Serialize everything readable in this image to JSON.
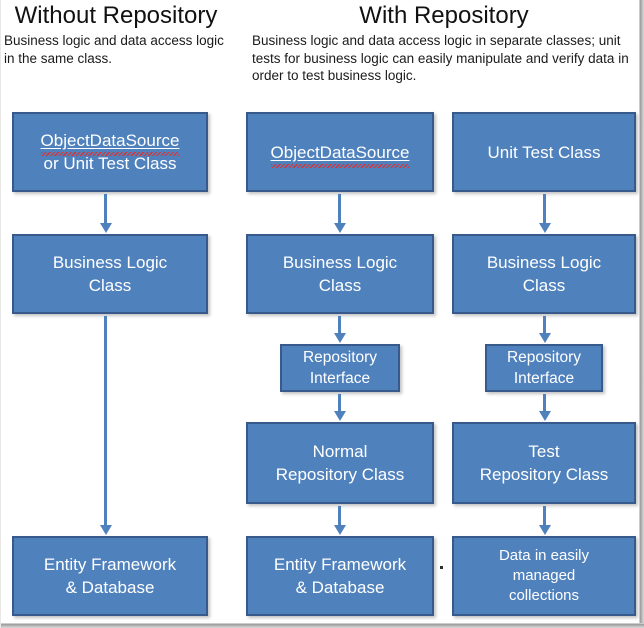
{
  "diagram": {
    "title_left": "Without Repository",
    "title_right": "With Repository",
    "subtitle_left": "Business logic and data access logic in the same class.",
    "subtitle_right": "Business logic and data access logic in separate classes; unit tests for business logic can easily manipulate and verify data in order to test business logic.",
    "colors": {
      "box_fill": "#4F81BD",
      "box_border": "#38598B",
      "box_text": "#FFFFFF",
      "arrow": "#4F81BD",
      "background": "#FFFFFF",
      "frame": "#9A9A9A",
      "spellcheck_underline": "#E03030"
    },
    "columns": [
      {
        "id": "without-repository",
        "group": "left",
        "nodes": [
          {
            "id": "objectdatasource-or-unit-test-class",
            "line1": "ObjectDataSource",
            "line2": "or Unit Test Class",
            "misspelled": true
          },
          {
            "id": "business-logic-class",
            "line1": "Business Logic",
            "line2": "Class",
            "misspelled": false
          },
          {
            "id": "entity-framework-and-database",
            "line1": "Entity Framework",
            "line2": "& Database",
            "misspelled": false
          }
        ]
      },
      {
        "id": "with-repository-normal",
        "group": "right",
        "nodes": [
          {
            "id": "objectdatasource",
            "line1": "ObjectDataSource",
            "line2": "",
            "misspelled": true
          },
          {
            "id": "business-logic-class",
            "line1": "Business Logic",
            "line2": "Class",
            "misspelled": false
          },
          {
            "id": "repository-interface",
            "line1": "Repository",
            "line2": "Interface",
            "misspelled": false
          },
          {
            "id": "normal-repository-class",
            "line1": "Normal",
            "line2": "Repository Class",
            "misspelled": false
          },
          {
            "id": "entity-framework-and-database",
            "line1": "Entity Framework",
            "line2": "& Database",
            "misspelled": false
          }
        ]
      },
      {
        "id": "with-repository-test",
        "group": "right",
        "nodes": [
          {
            "id": "unit-test-class",
            "line1": "Unit Test Class",
            "line2": "",
            "misspelled": false
          },
          {
            "id": "business-logic-class",
            "line1": "Business Logic",
            "line2": "Class",
            "misspelled": false
          },
          {
            "id": "repository-interface",
            "line1": "Repository",
            "line2": "Interface",
            "misspelled": false
          },
          {
            "id": "test-repository-class",
            "line1": "Test",
            "line2": "Repository Class",
            "misspelled": false
          },
          {
            "id": "data-in-easily-managed-collections",
            "line1": "Data in easily",
            "line2": "managed",
            "line3": "collections",
            "misspelled": false
          }
        ]
      }
    ],
    "labels": {
      "col1_box1_full": "ObjectDataSource\nor Unit Test Class",
      "col1_box2_full": "Business Logic\nClass",
      "col1_box3_full": "Entity Framework\n& Database",
      "col2_box1_full": "ObjectDataSource",
      "col2_box2_full": "Business Logic\nClass",
      "col2_box3_full": "Repository\nInterface",
      "col2_box4_full": "Normal\nRepository Class",
      "col2_box5_full": "Entity Framework\n& Database",
      "col3_box1_full": "Unit Test Class",
      "col3_box2_full": "Business Logic\nClass",
      "col3_box3_full": "Repository\nInterface",
      "col3_box4_full": "Test\nRepository Class",
      "col3_box5_full": "Data in easily\nmanaged\ncollections"
    }
  }
}
